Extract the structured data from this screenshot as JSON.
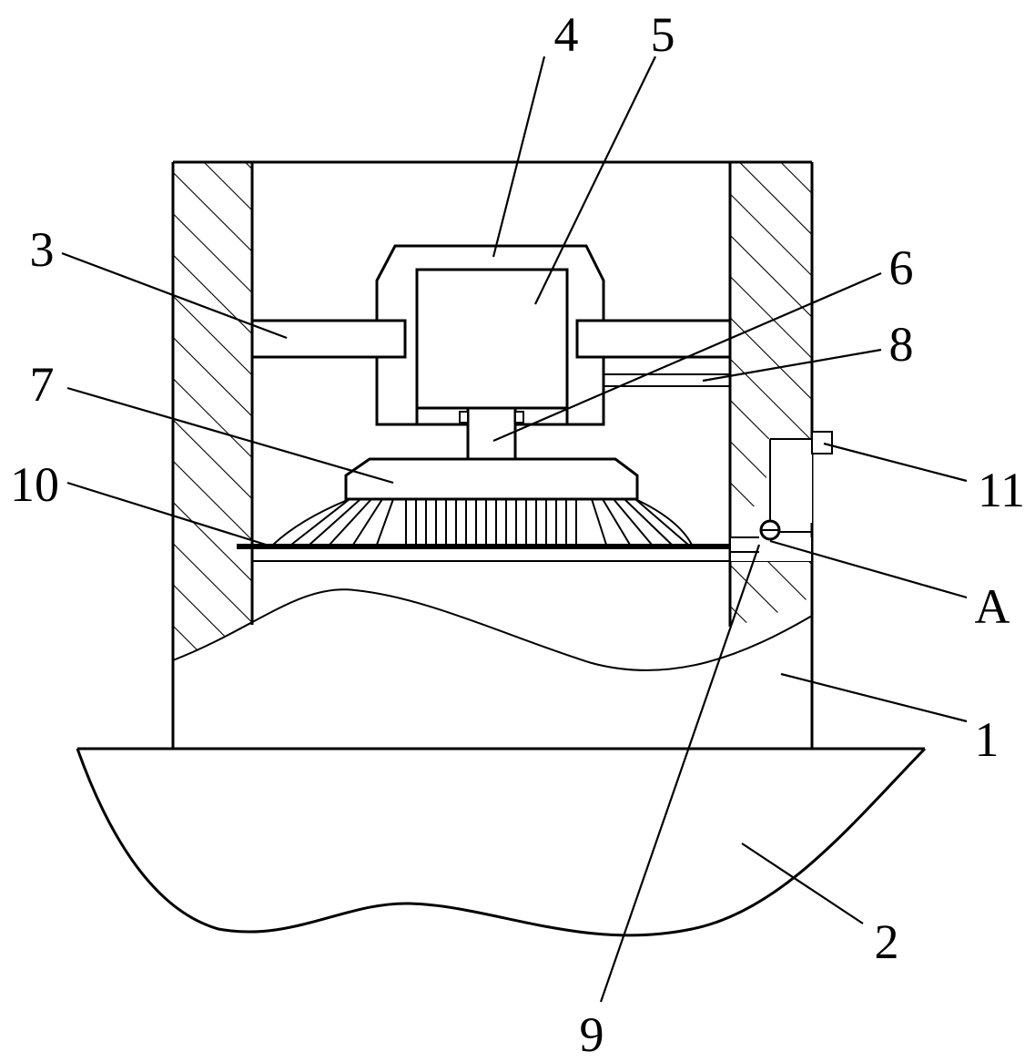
{
  "labels": {
    "l1": "1",
    "l2": "2",
    "l3": "3",
    "l4": "4",
    "l5": "5",
    "l6": "6",
    "l7": "7",
    "l8": "8",
    "l9": "9",
    "l10": "10",
    "l11": "11",
    "lA": "A"
  }
}
